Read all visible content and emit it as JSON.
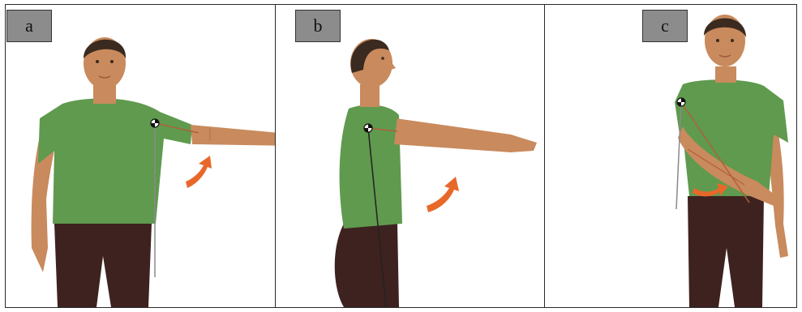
{
  "panels": [
    {
      "label": "a"
    },
    {
      "label": "b"
    },
    {
      "label": "c"
    }
  ],
  "colors": {
    "shirt": "#5f9a4e",
    "shirt_shadow": "#4d8541",
    "skin": "#c98a5d",
    "skin_shadow": "#b07449",
    "hair": "#3a2a1f",
    "pants": "#3e2220",
    "arrow": "#e8682a",
    "marker_line": "#8a8a8a",
    "goniometer_arm": "#b0603a"
  },
  "icons": [
    "abduction-arrow-icon",
    "flexion-arrow-icon",
    "rotation-arrow-icon",
    "joint-marker-icon"
  ]
}
